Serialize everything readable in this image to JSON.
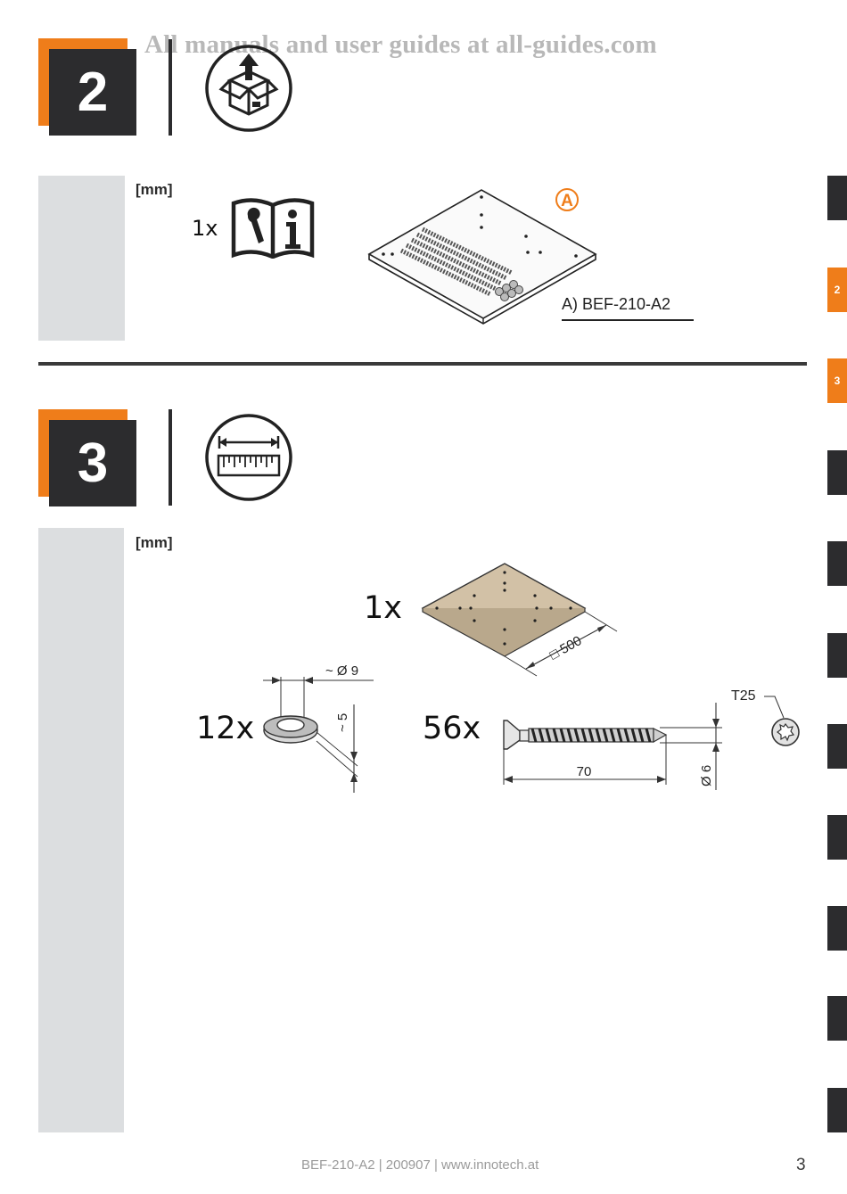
{
  "watermark": "All manuals and user guides at all-guides.com",
  "step2": {
    "number": "2",
    "icon": "box-unpack-icon",
    "unit_label": "[mm]",
    "manual_qty": "1x",
    "manual_icon": "wrench-info-manual-icon",
    "part_marker": "A",
    "part_caption": "A) BEF-210-A2"
  },
  "step3": {
    "number": "3",
    "icon": "ruler-measure-icon",
    "unit_label": "[mm]",
    "plate_qty": "1x",
    "plate_dim": "□ 500",
    "washer_qty": "12x",
    "washer_dia": "~ Ø 9",
    "washer_height": "~ 5",
    "screw_qty": "56x",
    "screw_length": "70",
    "screw_dia": "Ø 6",
    "drive_label": "T25"
  },
  "side_tabs": [
    "",
    "2",
    "3",
    "",
    "",
    "",
    "",
    "",
    "",
    "",
    ""
  ],
  "active_tabs": [
    "2",
    "3"
  ],
  "footer": {
    "text": "BEF-210-A2 | 200907 | www.innotech.at",
    "page": "3"
  },
  "colors": {
    "accent": "#ef7d1a",
    "dark": "#2c2c2e",
    "panel": "#dcdee0",
    "plate": "#d2c1a6"
  }
}
